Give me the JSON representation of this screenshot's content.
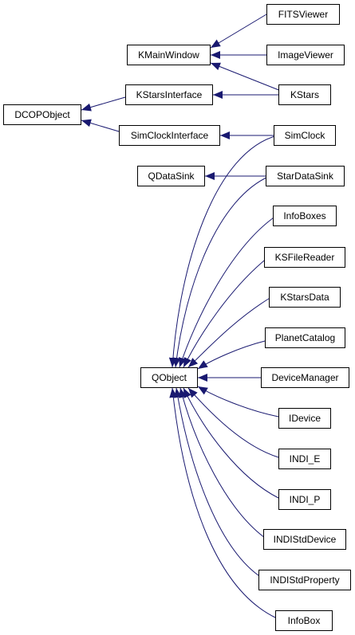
{
  "nodes": {
    "dcopobject": "DCOPObject",
    "kmainwindow": "KMainWindow",
    "kstarsinterface": "KStarsInterface",
    "simclockinterface": "SimClockInterface",
    "qdatasink": "QDataSink",
    "qobject": "QObject",
    "fitsviewer": "FITSViewer",
    "imageviewer": "ImageViewer",
    "kstars": "KStars",
    "simclock": "SimClock",
    "stardatasink": "StarDataSink",
    "infoboxes": "InfoBoxes",
    "ksfilereader": "KSFileReader",
    "kstarsdata": "KStarsData",
    "planetcatalog": "PlanetCatalog",
    "devicemanager": "DeviceManager",
    "idevice": "IDevice",
    "indi_e": "INDI_E",
    "indi_p": "INDI_P",
    "indistddevice": "INDIStdDevice",
    "indistdproperty": "INDIStdProperty",
    "infobox": "InfoBox"
  },
  "colors": {
    "edge": "#191970",
    "node_border": "#000000",
    "node_fill": "#ffffff"
  }
}
